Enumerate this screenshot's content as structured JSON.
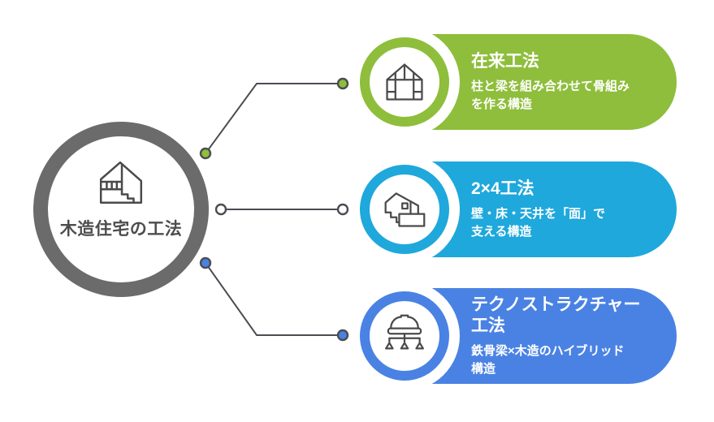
{
  "hub": {
    "label": "木造住宅の工法",
    "icon": "house-cross-section-icon"
  },
  "cards": [
    {
      "title": "在来工法",
      "desc": "柱と梁を組み合わせて骨組み\nを作る構造",
      "color": "#8ebe3b",
      "icon": "timber-frame-house-icon"
    },
    {
      "title": "2×4工法",
      "desc": "壁・床・天井を「面」で\n支える構造",
      "color": "#1fa8db",
      "icon": "panel-construction-house-icon"
    },
    {
      "title": "テクノストラクチャー\n工法",
      "desc": "鉄骨梁×木造のハイブリッド\n構造",
      "color": "#4a82e4",
      "icon": "helmet-hierarchy-icon"
    }
  ],
  "connectors": {
    "line_color": "#4a4d52",
    "rows": [
      {
        "dot_color": "#8ebe3b"
      },
      {
        "dot_color": "#ffffff"
      },
      {
        "dot_color": "#4a82e4"
      }
    ]
  },
  "palette": {
    "green": "#8ebe3b",
    "cyan": "#1fa8db",
    "blue": "#4a82e4",
    "hub_ring_gray": "#6b6b6b",
    "connector_dark": "#4a4d52",
    "icon_stroke": "#4a4a4a",
    "hub_text": "#4d4d4d",
    "background": "#ffffff"
  }
}
